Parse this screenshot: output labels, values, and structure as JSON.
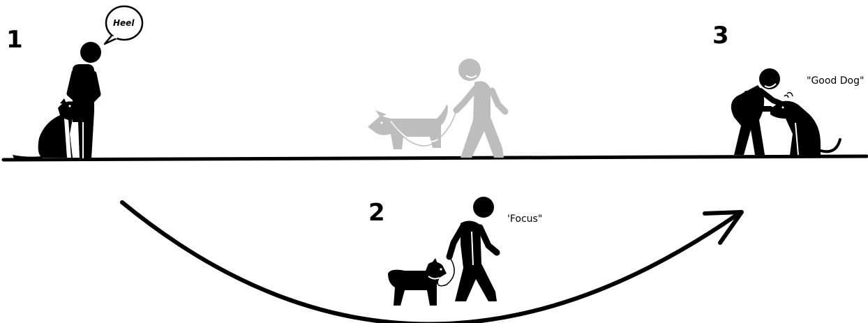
{
  "colors": {
    "ink": "#000000",
    "faded": "#bdbdbd",
    "background": "#ffffff"
  },
  "steps": [
    {
      "number": "1",
      "speech": "Heel"
    },
    {
      "number": "2",
      "speech": "'Focus\""
    },
    {
      "number": "3",
      "speech": "\"Good Dog\""
    }
  ],
  "icons": {
    "step1": [
      "standing-person-icon",
      "sitting-dog-icon",
      "speech-bubble-icon"
    ],
    "background": [
      "faded-walking-person-icon",
      "faded-leashed-dog-icon"
    ],
    "step2": [
      "walking-person-icon",
      "leashed-dog-icon"
    ],
    "step3": [
      "bending-person-icon",
      "petted-dog-icon"
    ],
    "connector": [
      "progress-arc-arrow-icon"
    ]
  }
}
